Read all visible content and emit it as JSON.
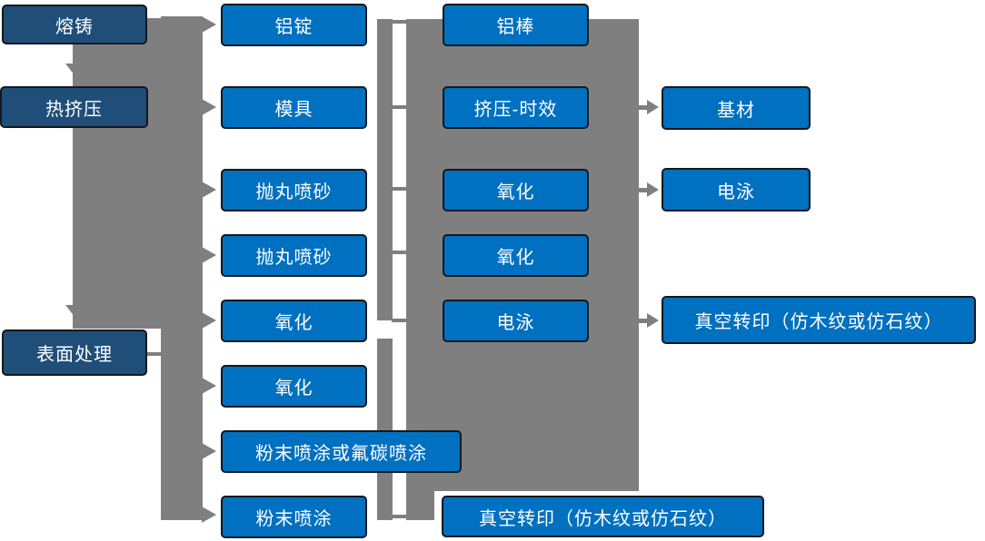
{
  "diagram": {
    "stage_column": [
      "熔铸",
      "热挤压",
      "表面处理"
    ],
    "process_column": [
      "铝锭",
      "模具",
      "抛丸喷砂",
      "抛丸喷砂",
      "氧化",
      "氧化",
      "粉末喷涂或氟碳喷涂",
      "粉末喷涂"
    ],
    "treatment_column": [
      "铝棒",
      "挤压-时效",
      "氧化",
      "氧化",
      "电泳",
      "真空转印（仿木纹或仿石纹）"
    ],
    "output_column": [
      "基材",
      "电泳",
      "真空转印（仿木纹或仿石纹）"
    ],
    "colors": {
      "stage_box": "#1F4E79",
      "process_box": "#0070C0",
      "connector_gray": "#7F7F7F",
      "box_border": "#14181C",
      "text": "#FFFFFF",
      "background": "#FFFFFF"
    }
  }
}
